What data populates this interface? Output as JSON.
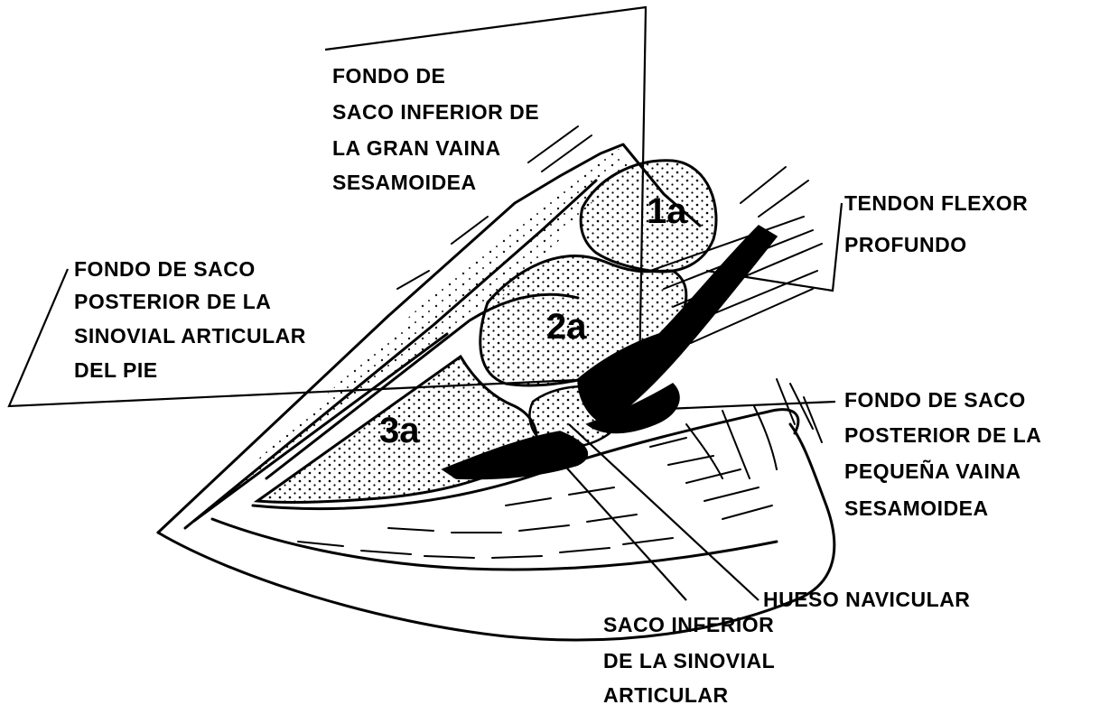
{
  "colors": {
    "ink": "#000000",
    "paper": "#ffffff"
  },
  "bones": {
    "first": "1a",
    "second": "2a",
    "third": "3a"
  },
  "labels": {
    "gran_vaina": [
      "FONDO DE",
      "SACO INFERIOR DE",
      "LA GRAN VAINA",
      "SESAMOIDEA"
    ],
    "tendon": [
      "TENDON FLEXOR",
      "PROFUNDO"
    ],
    "sinovial_pie": [
      "FONDO DE SACO",
      "POSTERIOR DE LA",
      "SINOVIAL ARTICULAR",
      "DEL PIE"
    ],
    "pequena_vaina": [
      "FONDO DE SACO",
      "POSTERIOR DE LA",
      "PEQUEÑA VAINA",
      "SESAMOIDEA"
    ],
    "navicular": [
      "HUESO NAVICULAR"
    ],
    "saco_inferior": [
      "SACO INFERIOR",
      "DE LA SINOVIAL",
      "ARTICULAR"
    ]
  }
}
